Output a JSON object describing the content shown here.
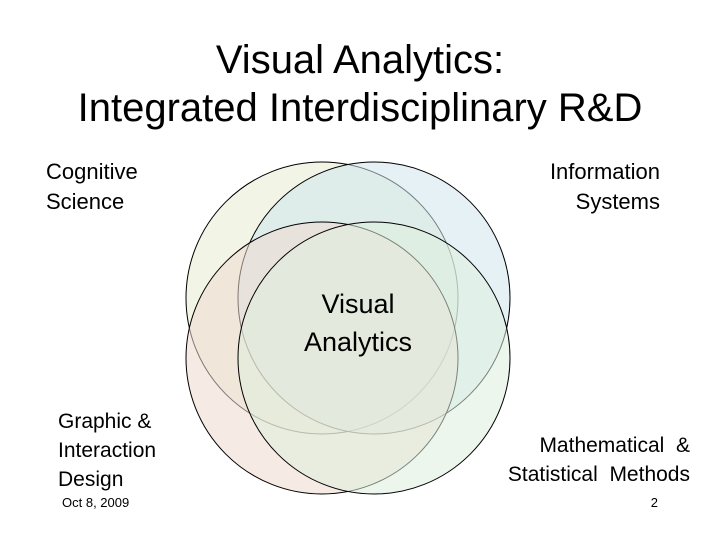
{
  "slide": {
    "title_line1": "Visual Analytics:",
    "title_line2": "Integrated Interdisciplinary R&D",
    "center_label_line1": "Visual",
    "center_label_line2": "Analytics",
    "footer_date": "Oct 8, 2009",
    "footer_page": "2"
  },
  "circles": [
    {
      "name": "Cognitive Science",
      "label_lines": [
        "Cognitive",
        "Science"
      ],
      "fill": "#e8ecd2"
    },
    {
      "name": "Information Systems",
      "label_lines": [
        "Information",
        "Systems"
      ],
      "fill": "#cfe6ec"
    },
    {
      "name": "Graphic & Interaction Design",
      "label_lines": [
        "Graphic &",
        "Interaction",
        "Design"
      ],
      "fill": "#efd8d0"
    },
    {
      "name": "Mathematical & Statistical Methods",
      "label_lines": [
        "Mathematical  &",
        "Statistical  Methods"
      ],
      "fill": "#dfeedd"
    }
  ]
}
